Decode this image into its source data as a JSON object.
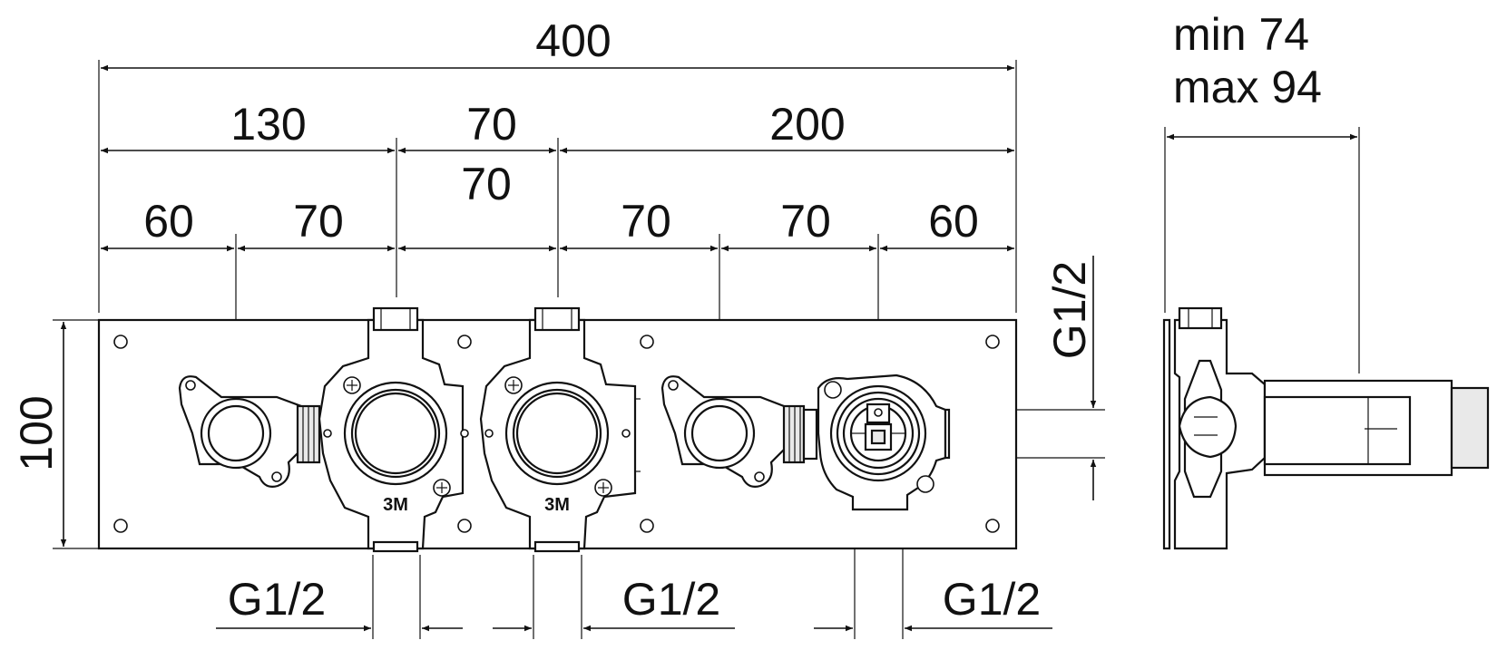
{
  "colors": {
    "line": "#111111",
    "background": "#ffffff",
    "fill": "#e9e9e9"
  },
  "front": {
    "total_width": "400",
    "segments_mid": [
      "130",
      "70",
      "200"
    ],
    "segment_inner": "70",
    "segments_low": [
      "60",
      "70",
      "70",
      "70",
      "60"
    ],
    "height": "100",
    "thread_side": "G1/2",
    "bottom_threads": [
      "G1/2",
      "G1/2",
      "G1/2"
    ],
    "stamps": [
      "3M",
      "3M"
    ]
  },
  "side": {
    "depth_min": "min 74",
    "depth_max": "max 94"
  }
}
